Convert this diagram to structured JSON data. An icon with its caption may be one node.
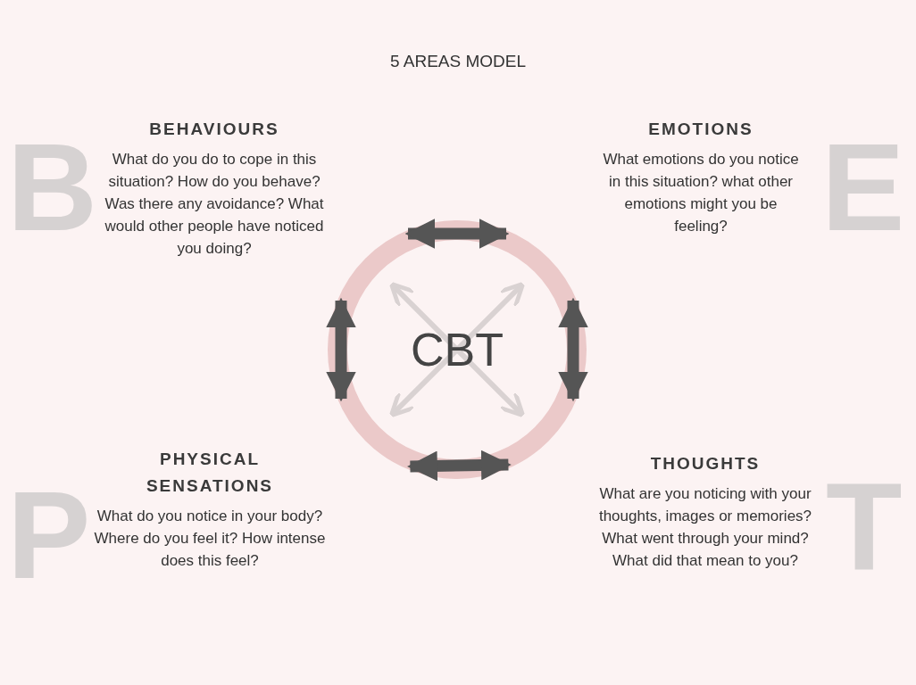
{
  "diagram": {
    "title": "5 AREAS MODEL",
    "nodes": [
      {
        "text": [
          "BEHAVIOURS",
          "What do you do to cope in this situation? How do you behave? Was there any avoidance? What would other people have noticed you doing?"
        ]
      },
      {
        "text": [
          "EMOTIONS",
          "What emotions do you notice in this situation? what other emotions might you be feeling?"
        ]
      },
      {
        "text": [
          "THOUGHTS",
          "What are you noticing with your thoughts, images or memories? What went through your mind? What did that mean to you?"
        ]
      },
      {
        "text": [
          "PHYSICAL SENSATIONS",
          "What do you notice in your body? Where do you feel it? How intense does this feel?"
        ]
      },
      {
        "text": [
          "CBT"
        ]
      }
    ],
    "edges": [
      {
        "from": 0,
        "to": 1,
        "arrow": "both"
      },
      {
        "from": 1,
        "to": 2,
        "arrow": "both"
      },
      {
        "from": 2,
        "to": 3,
        "arrow": "both"
      },
      {
        "from": 3,
        "to": 0,
        "arrow": "both"
      }
    ],
    "labels": [
      "B",
      "E",
      "T",
      "P"
    ]
  }
}
